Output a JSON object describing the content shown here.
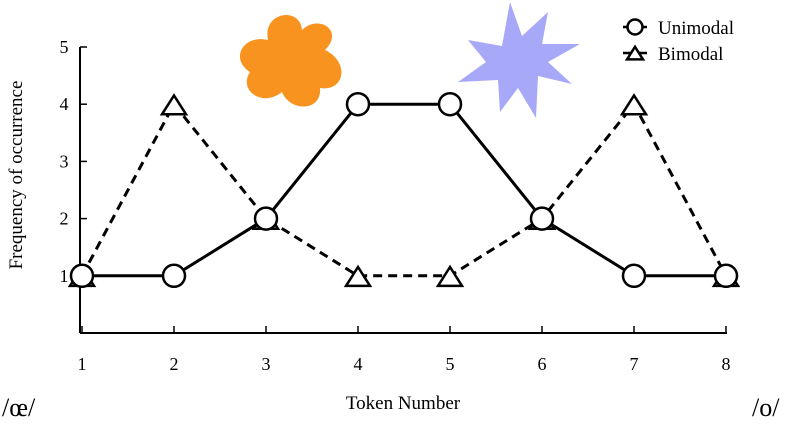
{
  "chart_data": {
    "type": "line",
    "xlabel": "Token Number",
    "ylabel": "Frequency of occurrence",
    "x": [
      1,
      2,
      3,
      4,
      5,
      6,
      7,
      8
    ],
    "xlim": [
      1,
      8
    ],
    "ylim": [
      0,
      5
    ],
    "yticks": [
      1,
      2,
      3,
      4,
      5
    ],
    "grid": false,
    "legend": "top-right",
    "series": [
      {
        "name": "Unimodal",
        "marker": "circle",
        "line": "solid",
        "values": [
          1,
          1,
          2,
          4,
          4,
          2,
          1,
          1
        ]
      },
      {
        "name": "Bimodal",
        "marker": "triangle",
        "line": "dashed",
        "values": [
          1,
          4,
          2,
          1,
          1,
          2,
          4,
          1
        ]
      }
    ]
  },
  "decorations": {
    "blob_color": "#f7931e",
    "star_color": "#a8a8f8"
  },
  "side_labels": {
    "left": "/œ/",
    "right": "/o/"
  }
}
